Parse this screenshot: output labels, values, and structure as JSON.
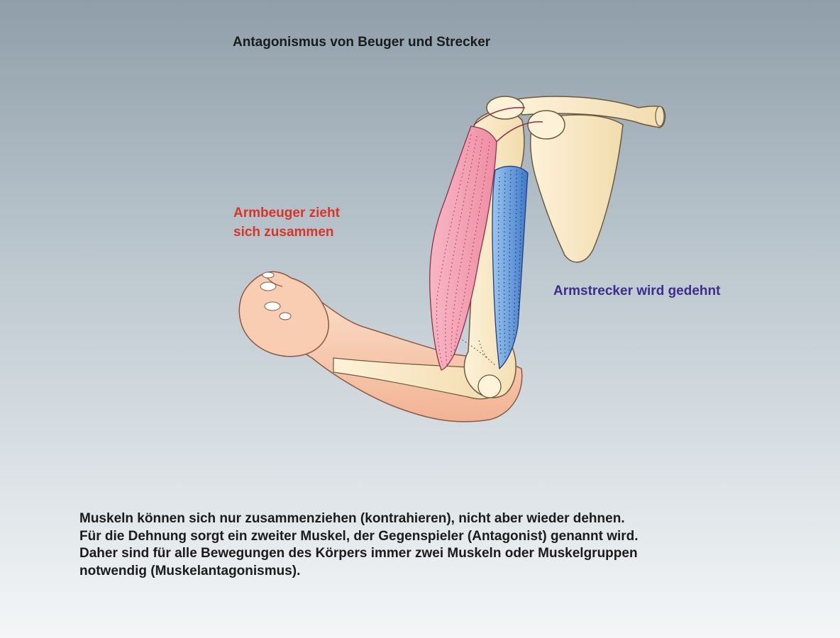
{
  "title": "Antagonismus von Beuger und Strecker",
  "labels": {
    "flexor_line1": "Armbeuger zieht",
    "flexor_line2": "sich zusammen",
    "extensor": "Armstrecker wird gedehnt"
  },
  "caption": {
    "line1": "Muskeln können sich nur zusammenziehen (kontrahieren), nicht aber wieder dehnen.",
    "line2": "Für die Dehnung sorgt ein zweiter Muskel, der Gegenspieler (Antagonist) genannt wird.",
    "line3": "Daher sind für alle Bewegungen des Körpers immer zwei Muskeln oder Muskelgruppen",
    "line4": "notwendig (Muskelantagonismus)."
  },
  "colors": {
    "flexor_label": "#d8352a",
    "extensor_label": "#3d2d8c",
    "bone": "#f6e3bb",
    "skin": "#f7c9a8",
    "flexor_muscle": "#f2a0b2",
    "extensor_muscle": "#5b8fd6"
  }
}
